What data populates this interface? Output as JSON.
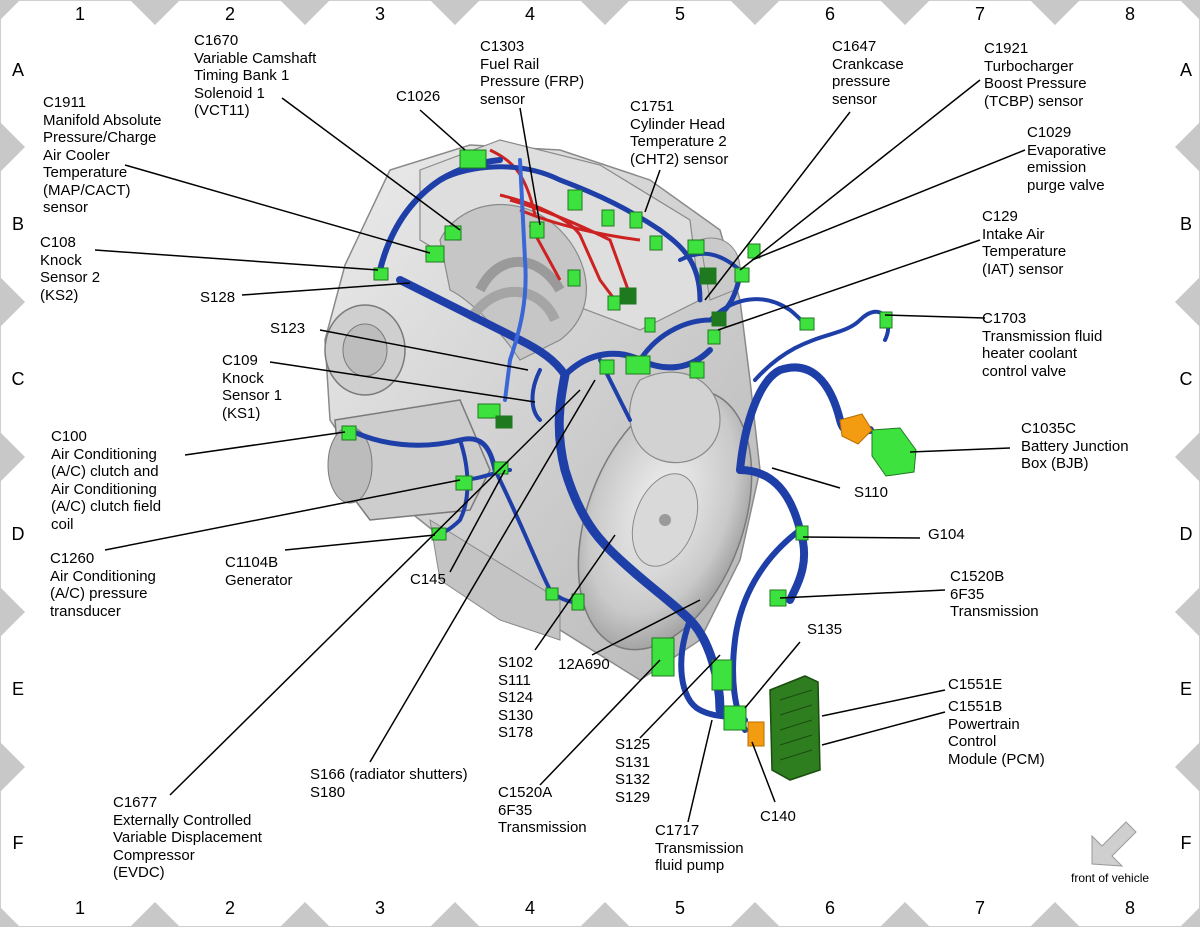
{
  "grid": {
    "columns": [
      "1",
      "2",
      "3",
      "4",
      "5",
      "6",
      "7",
      "8"
    ],
    "rows": [
      "A",
      "B",
      "C",
      "D",
      "E",
      "F"
    ]
  },
  "labels": {
    "c1670": "C1670\nVariable Camshaft\nTiming Bank 1\nSolenoid 1\n(VCT11)",
    "c1026": "C1026",
    "c1303": "C1303\nFuel Rail\nPressure (FRP)\nsensor",
    "c1751": "C1751\nCylinder Head\nTemperature 2\n(CHT2) sensor",
    "c1647": "C1647\nCrankcase\npressure\nsensor",
    "c1921": "C1921\nTurbocharger\nBoost Pressure\n(TCBP) sensor",
    "c1911": "C1911\nManifold Absolute\nPressure/Charge\nAir Cooler\nTemperature\n(MAP/CACT)\nsensor",
    "c1029": "C1029\nEvaporative\nemission\npurge valve",
    "c108": "C108\nKnock\nSensor 2\n(KS2)",
    "s128": "S128",
    "c129": "C129\nIntake Air\nTemperature\n(IAT) sensor",
    "s123": "S123",
    "c1703": "C1703\nTransmission fluid\nheater coolant\ncontrol valve",
    "c109": "C109\nKnock\nSensor 1\n(KS1)",
    "c100": "C100\nAir Conditioning\n(A/C) clutch and\nAir Conditioning\n(A/C) clutch field\ncoil",
    "c1035c": "C1035C\nBattery Junction\nBox (BJB)",
    "s110": "S110",
    "c1260": "C1260\nAir Conditioning\n(A/C) pressure\ntransducer",
    "c1104b": "C1104B\nGenerator",
    "c145": "C145",
    "g104": "G104",
    "c1520b": "C1520B\n6F35\nTransmission",
    "s135": "S135",
    "s102": "S102\nS111\nS124\nS130\nS178",
    "h12a690": "12A690",
    "c1551e": "C1551E",
    "c1551b": "C1551B\nPowertrain\nControl\nModule (PCM)",
    "s125": "S125\nS131\nS132\nS129",
    "s166": "S166 (radiator shutters)\nS180",
    "c1520a": "C1520A\n6F35\nTransmission",
    "c1677": "C1677\nExternally Controlled\nVariable Displacement\nCompressor\n(EVDC)",
    "c1717": "C1717\nTransmission\nfluid pump",
    "c140": "C140",
    "front": "front of vehicle"
  },
  "colors": {
    "harness": "#1f3fa8",
    "harness_light": "#3a66d6",
    "connector": "#3ee23e",
    "connector_dark": "#1f7a1f",
    "pcm": "#2e7d1e",
    "red_wire": "#cc2222",
    "orange": "#f39c12",
    "engine": "#d4d4d4",
    "engine_dark": "#8a8a8a",
    "frame_triangle": "#c8c8c8",
    "arrow": "#cfcfcf"
  }
}
